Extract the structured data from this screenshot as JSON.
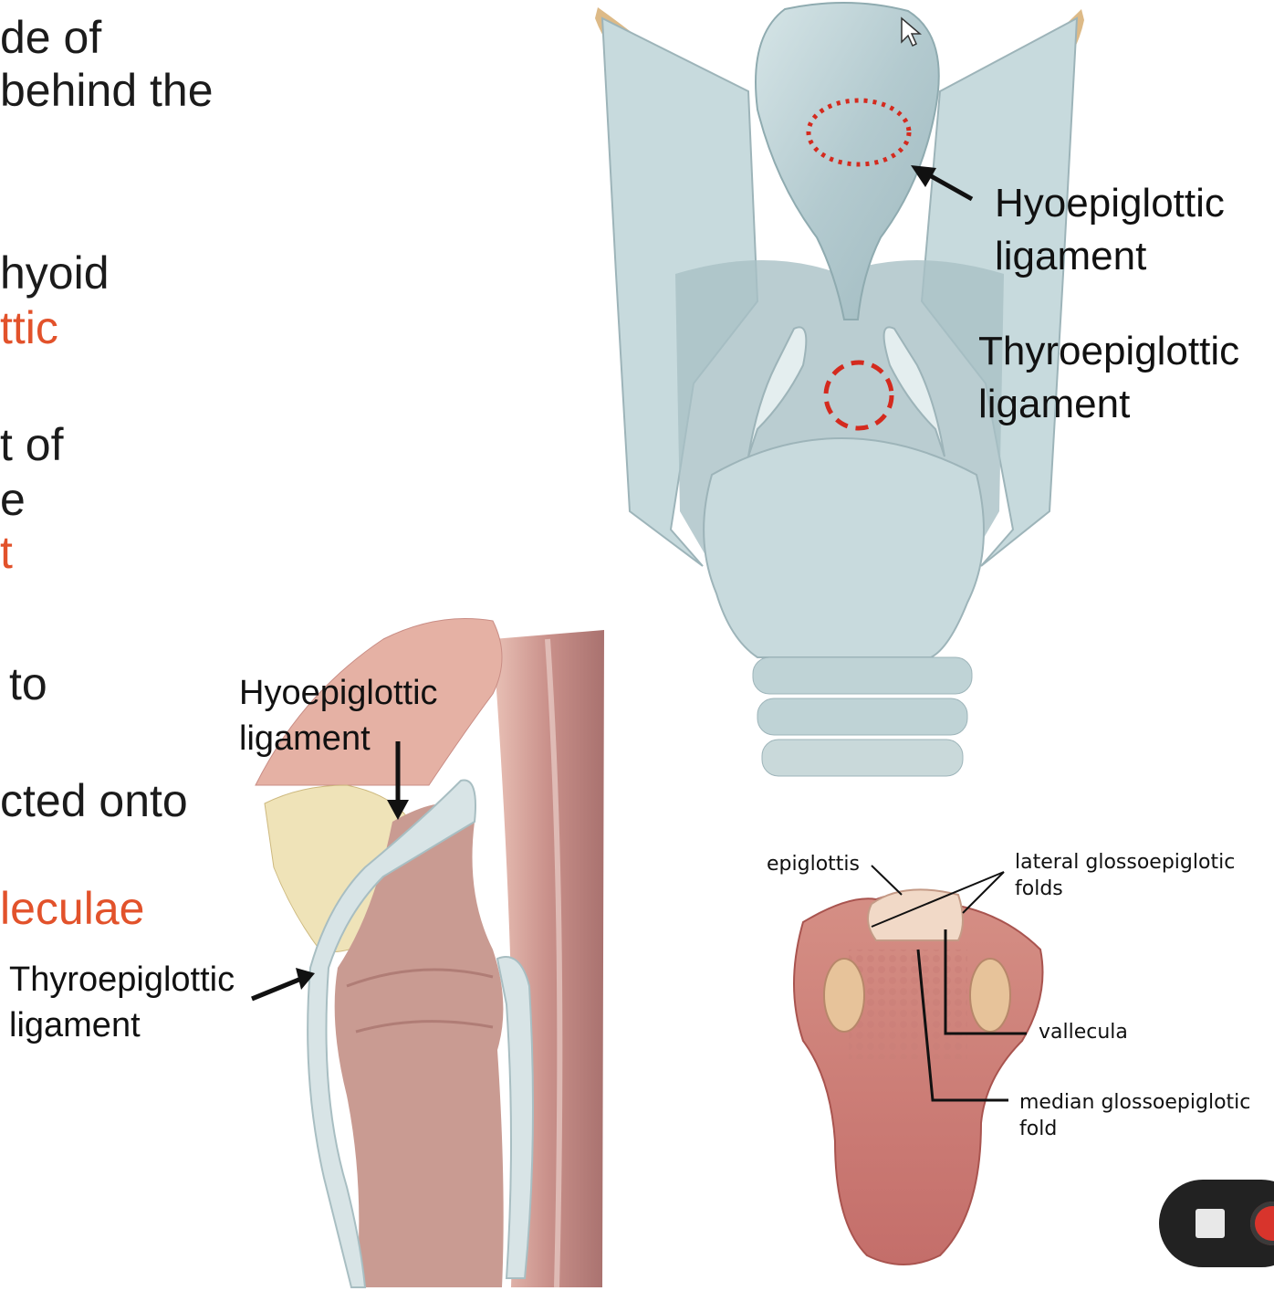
{
  "slide_text": [
    {
      "id": "line-1",
      "text": "de of",
      "color": "dark"
    },
    {
      "id": "line-2",
      "text": "behind the",
      "color": "dark"
    },
    {
      "id": "line-3",
      "text": "hyoid",
      "color": "dark"
    },
    {
      "id": "line-4",
      "text": "ttic",
      "color": "orange"
    },
    {
      "id": "line-5",
      "text": "t of",
      "color": "dark"
    },
    {
      "id": "line-6",
      "text": "e",
      "color": "dark"
    },
    {
      "id": "line-7",
      "text": "t",
      "color": "orange"
    },
    {
      "id": "line-8",
      "text": "to",
      "color": "dark"
    },
    {
      "id": "line-9",
      "text": "cted onto",
      "color": "dark"
    },
    {
      "id": "line-10",
      "text": "leculae",
      "color": "orange"
    }
  ],
  "posterior_view": {
    "hyoepiglottic_label": [
      "Hyoepiglottic",
      "ligament"
    ],
    "thyroepiglottic_label": [
      "Thyroepiglottic",
      "ligament"
    ]
  },
  "sagittal_view": {
    "hyoepiglottic_label": [
      "Hyoepiglottic",
      "ligament"
    ],
    "thyroepiglottic_label": [
      "Thyroepiglottic",
      "ligament"
    ]
  },
  "tongue_view": {
    "epiglottis": "epiglottis",
    "lateral_folds": [
      "lateral glossoepiglotic",
      "folds"
    ],
    "vallecula": "vallecula",
    "median_fold": [
      "median glossoepiglotic",
      "fold"
    ]
  },
  "colors": {
    "text_dark": "#1b1b1b",
    "accent_orange": "#e2522b",
    "cartilage": "#b7cfd3",
    "ligament_tan": "#d9b27a",
    "tissue_pink": "#c98d85",
    "marker_red": "#d42a1e"
  },
  "icons": [
    "cursor-icon",
    "stop-icon",
    "record-icon"
  ]
}
